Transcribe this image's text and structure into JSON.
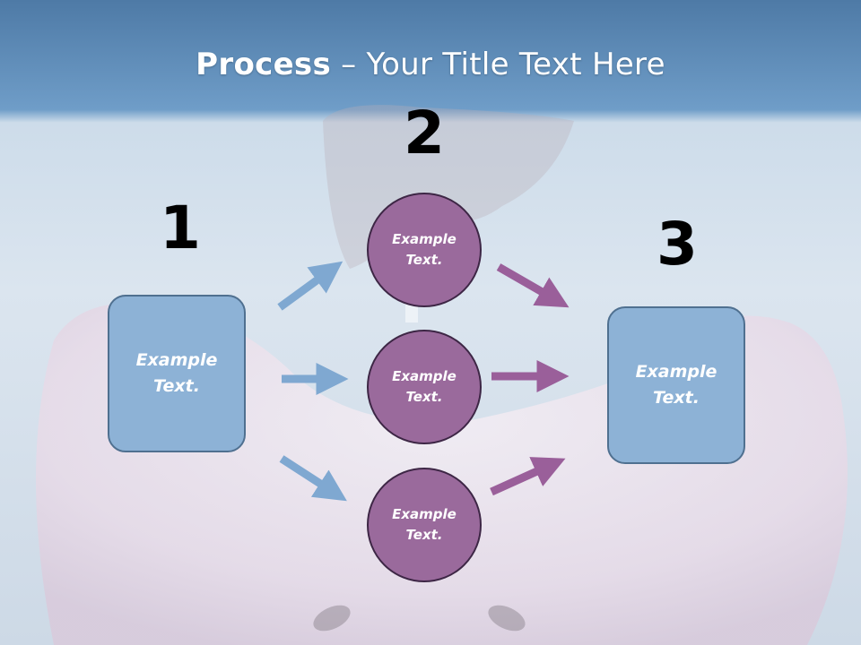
{
  "title": {
    "bold": "Process",
    "rest": " – Your Title Text Here"
  },
  "steps": [
    {
      "number": "1",
      "label": "Example\nText."
    },
    {
      "number": "2",
      "labels": [
        "Example\nText.",
        "Example\nText.",
        "Example\nText."
      ]
    },
    {
      "number": "3",
      "label": "Example\nText."
    }
  ],
  "colors": {
    "box_fill": "#8db2d6",
    "circle_fill": "#9a6a9c",
    "blue_arrow": "#7fa8d1",
    "purple_arrow": "#9a5f9a",
    "header_band": "#5f8fbf"
  }
}
